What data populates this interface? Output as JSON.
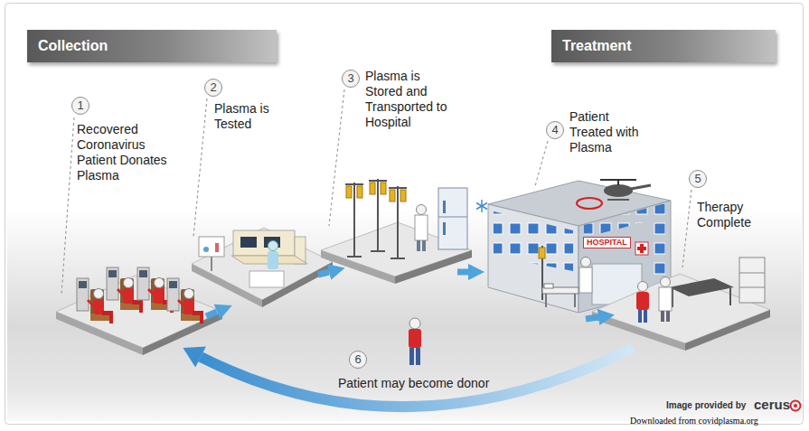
{
  "diagram": {
    "nodes": [
      {
        "text": [
          "Collection"
        ]
      },
      {
        "text": [
          "Treatment"
        ]
      },
      {
        "text": [
          "1",
          "Recovered Coronavirus Patient Donates Plasma"
        ]
      },
      {
        "text": [
          "2",
          "Plasma is Tested"
        ]
      },
      {
        "text": [
          "3",
          "Plasma is Stored and Transported to Hospital"
        ]
      },
      {
        "text": [
          "4",
          "Patient Treated with Plasma"
        ]
      },
      {
        "text": [
          "5",
          "Therapy Complete"
        ]
      },
      {
        "text": [
          "6",
          "Patient may become donor"
        ]
      }
    ],
    "labels": [
      "HOSPITAL",
      "Image provided by",
      "cerus",
      "Downloaded from covidplasma.org"
    ]
  }
}
